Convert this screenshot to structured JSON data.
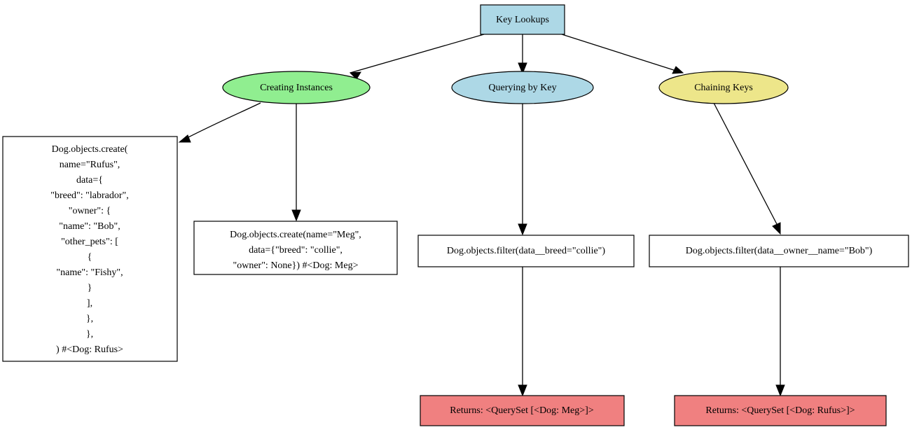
{
  "diagram": {
    "title": "Key Lookups",
    "type": "directed-graph",
    "background": "#ffffff",
    "colors": {
      "root_box": "#add8e6",
      "creating_ellipse": "#90ee90",
      "querying_ellipse": "#add8e6",
      "chaining_ellipse": "#ede68a",
      "code_box": "#ffffff",
      "returns_box": "#f08080",
      "outline": "#000000",
      "edge": "#000000"
    },
    "nodes": [
      {
        "id": "root",
        "shape": "rect",
        "fill": "#add8e6",
        "label": "Key Lookups",
        "lines": [
          "Key Lookups"
        ]
      },
      {
        "id": "creating",
        "shape": "ellipse",
        "fill": "#90ee90",
        "label": "Creating Instances",
        "lines": [
          "Creating Instances"
        ]
      },
      {
        "id": "querying",
        "shape": "ellipse",
        "fill": "#add8e6",
        "label": "Querying by Key",
        "lines": [
          "Querying by Key"
        ]
      },
      {
        "id": "chaining",
        "shape": "ellipse",
        "fill": "#ede68a",
        "label": "Chaining Keys",
        "lines": [
          "Chaining Keys"
        ]
      },
      {
        "id": "code_rufus",
        "shape": "rect",
        "fill": "#ffffff",
        "label": "Dog.objects.create( name=\"Rufus\", data={ \"breed\": \"labrador\", \"owner\": { \"name\": \"Bob\", \"other_pets\": [ { \"name\": \"Fishy\", } ], }, }, ) #<Dog: Rufus>",
        "lines": [
          "Dog.objects.create(",
          "name=\"Rufus\",",
          "data={",
          "\"breed\": \"labrador\",",
          "\"owner\": {",
          "\"name\": \"Bob\",",
          "\"other_pets\": [",
          "{",
          "\"name\": \"Fishy\",",
          "}",
          "],",
          "},",
          "},",
          ") #<Dog: Rufus>"
        ]
      },
      {
        "id": "code_meg",
        "shape": "rect",
        "fill": "#ffffff",
        "label": "Dog.objects.create(name=\"Meg\", data={\"breed\": \"collie\", \"owner\": None}) #<Dog: Meg>",
        "lines": [
          "Dog.objects.create(name=\"Meg\",",
          "data={\"breed\": \"collie\",",
          "\"owner\": None}) #<Dog: Meg>"
        ]
      },
      {
        "id": "filter_breed",
        "shape": "rect",
        "fill": "#ffffff",
        "label": "Dog.objects.filter(data__breed=\"collie\")",
        "lines": [
          "Dog.objects.filter(data__breed=\"collie\")"
        ]
      },
      {
        "id": "filter_owner",
        "shape": "rect",
        "fill": "#ffffff",
        "label": "Dog.objects.filter(data__owner__name=\"Bob\")",
        "lines": [
          "Dog.objects.filter(data__owner__name=\"Bob\")"
        ]
      },
      {
        "id": "returns_meg",
        "shape": "rect",
        "fill": "#f08080",
        "label": "Returns: <QuerySet [<Dog: Meg>]>",
        "lines": [
          "Returns: <QuerySet [<Dog: Meg>]>"
        ]
      },
      {
        "id": "returns_rufus",
        "shape": "rect",
        "fill": "#f08080",
        "label": "Returns: <QuerySet [<Dog: Rufus>]>",
        "lines": [
          "Returns: <QuerySet [<Dog: Rufus>]>"
        ]
      }
    ],
    "edges": [
      {
        "from": "root",
        "to": "creating"
      },
      {
        "from": "root",
        "to": "querying"
      },
      {
        "from": "root",
        "to": "chaining"
      },
      {
        "from": "creating",
        "to": "code_rufus"
      },
      {
        "from": "creating",
        "to": "code_meg"
      },
      {
        "from": "querying",
        "to": "filter_breed"
      },
      {
        "from": "chaining",
        "to": "filter_owner"
      },
      {
        "from": "filter_breed",
        "to": "returns_meg"
      },
      {
        "from": "filter_owner",
        "to": "returns_rufus"
      }
    ]
  }
}
